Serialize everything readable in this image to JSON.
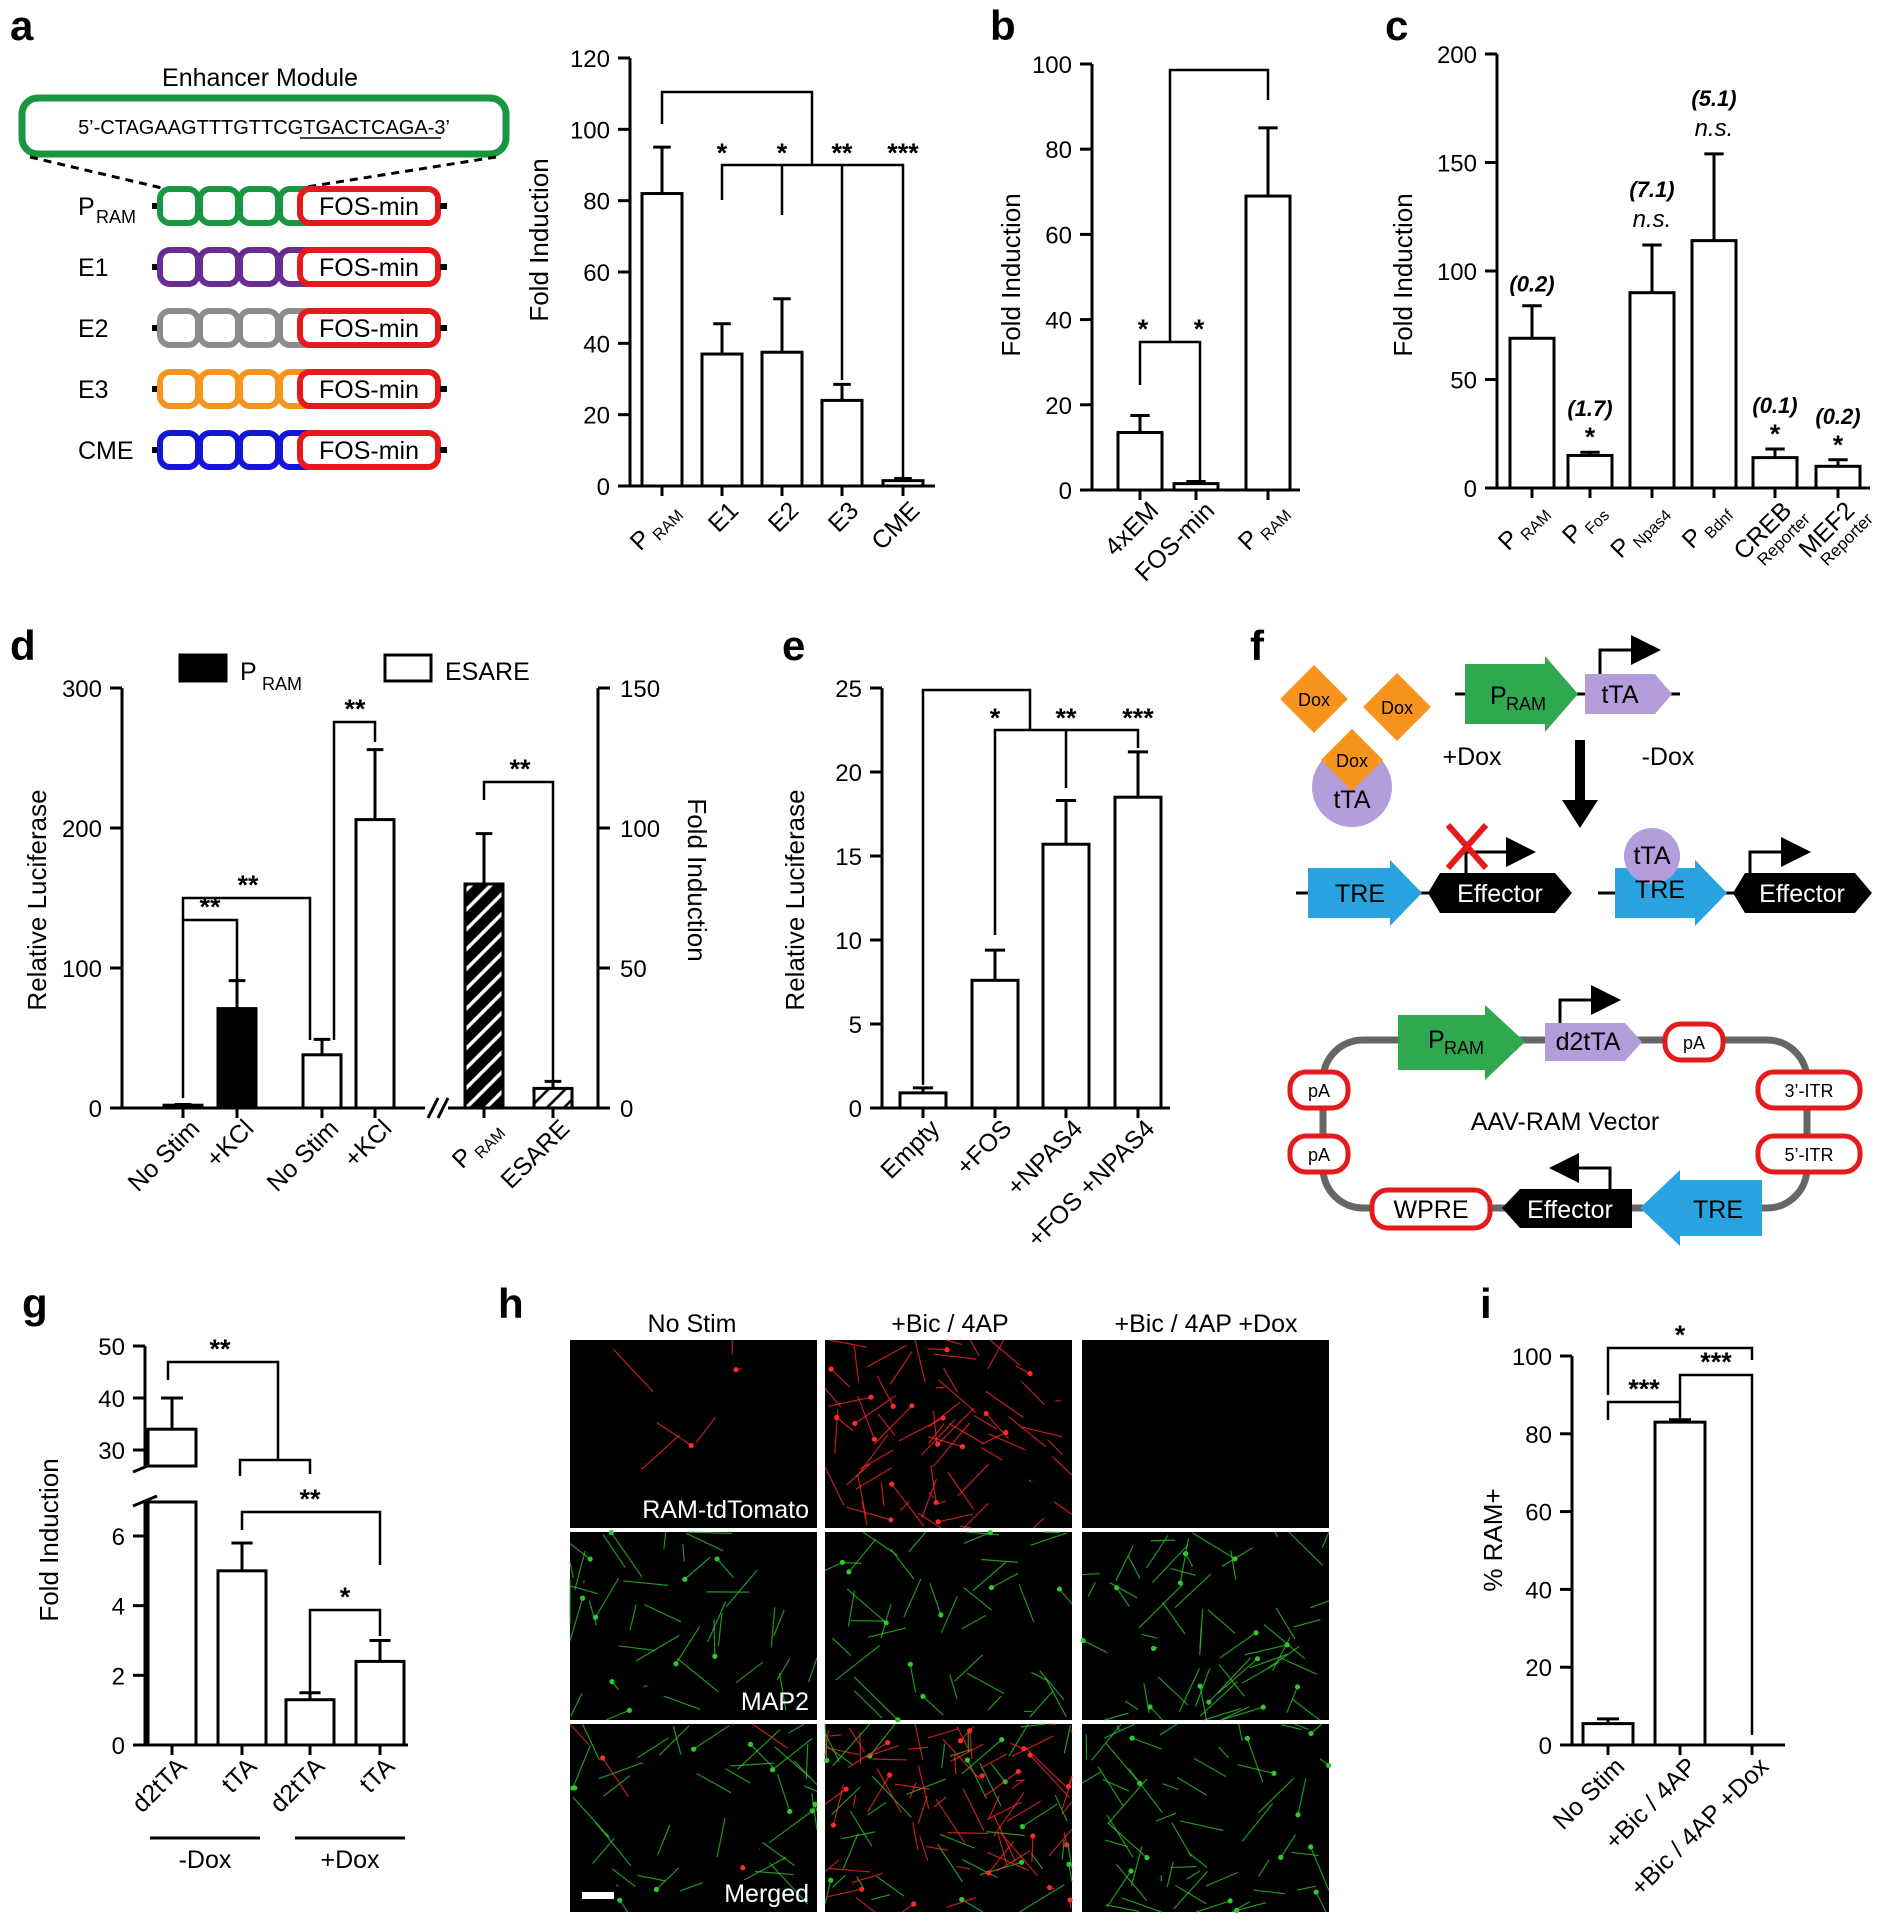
{
  "panel_labels": [
    "a",
    "b",
    "c",
    "d",
    "e",
    "f",
    "g",
    "h",
    "i"
  ],
  "colors": {
    "pram": "#1a9641",
    "e1": "#6a2c91",
    "e2": "#8c8c8c",
    "e3": "#f7941d",
    "cme": "#1515d6",
    "fosmin": "#e41a1c",
    "tta": "#b39ddb",
    "tre": "#29a3df",
    "dox": "#f7941d",
    "red_channel": "#ff2a2a",
    "green_channel": "#2ec72e"
  },
  "panel_a_diagram": {
    "title": "Enhancer Module",
    "sequence": "5’-CTAGAAGTTTGTTCGTGACTCAGA-3’",
    "rows": [
      {
        "name": "P",
        "sub": "RAM"
      },
      {
        "name": "E1",
        "sub": ""
      },
      {
        "name": "E2",
        "sub": ""
      },
      {
        "name": "E3",
        "sub": ""
      },
      {
        "name": "CME",
        "sub": ""
      }
    ],
    "fos_label": "FOS-min"
  },
  "chart_data": [
    {
      "panel": "a",
      "type": "bar",
      "categories": [
        "P RAM",
        "E1",
        "E2",
        "E3",
        "CME"
      ],
      "category_labels": [
        [
          "P",
          "RAM"
        ],
        [
          "E1",
          ""
        ],
        [
          "E2",
          ""
        ],
        [
          "E3",
          ""
        ],
        [
          "CME",
          ""
        ]
      ],
      "values": [
        82,
        37,
        37.5,
        24,
        1.5
      ],
      "errors": [
        13,
        8.5,
        15,
        4.5,
        0.6
      ],
      "ylabel": "Fold Induction",
      "ylim": [
        0,
        120
      ],
      "yticks": [
        0,
        20,
        40,
        60,
        80,
        100,
        120
      ],
      "significance": [
        "*",
        "*",
        "**",
        "***"
      ]
    },
    {
      "panel": "b",
      "type": "bar",
      "categories": [
        "4xEM",
        "FOS-min",
        "P RAM"
      ],
      "category_labels": [
        [
          "4xEM",
          ""
        ],
        [
          "FOS-min",
          ""
        ],
        [
          "P",
          "RAM"
        ]
      ],
      "values": [
        13.5,
        1.5,
        69
      ],
      "errors": [
        4,
        0.5,
        16
      ],
      "ylabel": "Fold Induction",
      "ylim": [
        0,
        100
      ],
      "yticks": [
        0,
        20,
        40,
        60,
        80,
        100
      ],
      "significance": [
        "*",
        "*"
      ]
    },
    {
      "panel": "c",
      "type": "bar",
      "categories": [
        "P RAM",
        "P Fos",
        "P Npas4",
        "P Bdnf",
        "CREB Reporter",
        "MEF2 Reporter"
      ],
      "category_labels": [
        [
          "P",
          "RAM"
        ],
        [
          "P",
          "Fos"
        ],
        [
          "P",
          "Npas4"
        ],
        [
          "P",
          "Bdnf"
        ],
        [
          "CREB",
          "Reporter"
        ],
        [
          "MEF2",
          "Reporter"
        ]
      ],
      "values": [
        69,
        15,
        90,
        114,
        14,
        10
      ],
      "errors": [
        15,
        1.5,
        22,
        40,
        4,
        3
      ],
      "ylabel": "Fold Induction",
      "ylim": [
        0,
        200
      ],
      "yticks": [
        0,
        50,
        100,
        150,
        200
      ],
      "annotations": [
        "(0.2)",
        "(1.7)",
        "(7.1)",
        "(5.1)",
        "(0.1)",
        "(0.2)"
      ],
      "significance": [
        "",
        "*",
        "n.s.",
        "n.s.",
        "*",
        "*"
      ]
    },
    {
      "panel": "d",
      "type": "bar",
      "legend": [
        "P RAM",
        "ESARE"
      ],
      "categories": [
        "No Stim",
        "+KCl",
        "No Stim",
        "+KCl",
        "P RAM",
        "ESARE"
      ],
      "category_labels": [
        [
          "No Stim",
          ""
        ],
        [
          "+KCl",
          ""
        ],
        [
          "No Stim",
          ""
        ],
        [
          "+KCl",
          ""
        ],
        [
          "P",
          "RAM"
        ],
        [
          "ESARE",
          ""
        ]
      ],
      "series": [
        {
          "name": "P RAM",
          "axis": "left",
          "values": [
            2,
            71
          ],
          "errors": [
            0.5,
            20
          ]
        },
        {
          "name": "ESARE",
          "axis": "left",
          "values": [
            38,
            206
          ],
          "errors": [
            11,
            50
          ]
        },
        {
          "name": "Fold Induction",
          "axis": "right",
          "categories": [
            "P RAM",
            "ESARE"
          ],
          "values": [
            80,
            7
          ],
          "errors": [
            18,
            2.5
          ]
        }
      ],
      "ylabel": "Relative Luciferase",
      "ylim": [
        0,
        300
      ],
      "yticks": [
        0,
        100,
        200,
        300
      ],
      "y2label": "Fold Induction",
      "y2lim": [
        0,
        150
      ],
      "y2ticks": [
        0,
        50,
        100,
        150
      ],
      "significance": [
        "**",
        "**",
        "**",
        "**"
      ]
    },
    {
      "panel": "e",
      "type": "bar",
      "categories": [
        "Empty",
        "+FOS",
        "+NPAS4",
        "+FOS +NPAS4"
      ],
      "values": [
        0.9,
        7.6,
        15.7,
        18.5
      ],
      "errors": [
        0.3,
        1.8,
        2.6,
        2.7
      ],
      "ylabel": "Relative Luciferase",
      "ylim": [
        0,
        25
      ],
      "yticks": [
        0,
        5,
        10,
        15,
        20,
        25
      ],
      "significance": [
        "*",
        "**",
        "***"
      ]
    },
    {
      "panel": "g",
      "type": "bar",
      "categories": [
        "d2tTA",
        "tTA",
        "d2tTA",
        "tTA"
      ],
      "groups": [
        "-Dox",
        "+Dox"
      ],
      "values": [
        34,
        5.0,
        1.3,
        2.4
      ],
      "errors": [
        6,
        0.8,
        0.2,
        0.6
      ],
      "ylabel": "Fold Induction",
      "yticks": [
        0,
        2,
        4,
        6,
        30,
        40,
        50
      ],
      "significance": [
        "**",
        "**",
        "*"
      ]
    },
    {
      "panel": "i",
      "type": "bar",
      "categories": [
        "No Stim",
        "+Bic / 4AP",
        "+Bic / 4AP +Dox"
      ],
      "values": [
        5.5,
        83,
        0
      ],
      "errors": [
        1.2,
        0.6,
        0
      ],
      "ylabel": "% RAM+",
      "ylim": [
        0,
        100
      ],
      "yticks": [
        0,
        20,
        40,
        60,
        80,
        100
      ],
      "significance": [
        "*",
        "***",
        "***"
      ]
    }
  ],
  "panel_f": {
    "dox_label": "Dox",
    "pram": {
      "name": "P",
      "sub": "RAM"
    },
    "tta": "tTA",
    "d2tta": "d2tTA",
    "plus_dox": "+Dox",
    "minus_dox": "-Dox",
    "tre": "TRE",
    "effector": "Effector",
    "vector_label": "AAV-RAM Vector",
    "pa": "pA",
    "itr3": "3’-ITR",
    "itr5": "5’-ITR",
    "wpre": "WPRE"
  },
  "panel_h": {
    "columns": [
      "No Stim",
      "+Bic / 4AP",
      "+Bic / 4AP +Dox"
    ],
    "rows": [
      "RAM-tdTomato",
      "MAP2",
      "Merged"
    ]
  }
}
